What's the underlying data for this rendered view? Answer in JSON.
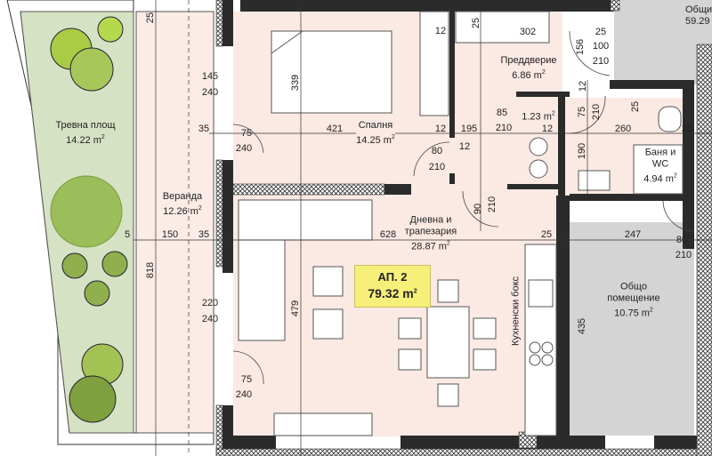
{
  "colors": {
    "grass": "#d6e2c4",
    "veranda": "#fbece6",
    "room": "#fbe9e3",
    "common": "#d4d4d4",
    "wall": "#2b2b2b",
    "badge": "#f6ef7a",
    "tree": "#a9cc44"
  },
  "rooms": {
    "grass": {
      "name": "Тревна площ",
      "area": "14.22 m",
      "unit_sup": "2"
    },
    "veranda": {
      "name": "Веранда",
      "area": "12.26 m",
      "unit_sup": "2"
    },
    "bedroom": {
      "name": "Спалня",
      "area": "14.25 m",
      "unit_sup": "2"
    },
    "hall": {
      "name": "Преддверие",
      "area": "6.86 m",
      "unit_sup": "2"
    },
    "storage": {
      "area": "1.23 m",
      "unit_sup": "2"
    },
    "bath": {
      "name_line1": "Баня и",
      "name_line2": "WC",
      "area": "4.94 m",
      "unit_sup": "2"
    },
    "living": {
      "name_line1": "Дневна и",
      "name_line2": "трапезария",
      "area": "28.87 m",
      "unit_sup": "2"
    },
    "kitchen": {
      "name": "Кухненски бокс"
    },
    "common_room": {
      "name_line1": "Общо",
      "name_line2": "помещение",
      "area": "10.75 m",
      "unit_sup": "2"
    },
    "common_top": {
      "name": "Общи",
      "area": "59.29"
    }
  },
  "apartment": {
    "label": "АП. 2",
    "area": "79.32 m",
    "unit_sup": "2"
  },
  "dimensions": [
    "25",
    "145",
    "240",
    "35",
    "75",
    "240",
    "421",
    "339",
    "12",
    "25",
    "12",
    "302",
    "25",
    "100",
    "156",
    "210",
    "12",
    "75",
    "210",
    "25",
    "260",
    "25",
    "85",
    "210",
    "12",
    "195",
    "12",
    "80",
    "210",
    "190",
    "90",
    "210",
    "5",
    "150",
    "35",
    "818",
    "628",
    "25",
    "247",
    "80",
    "210",
    "220",
    "240",
    "479",
    "75",
    "240",
    "435"
  ]
}
